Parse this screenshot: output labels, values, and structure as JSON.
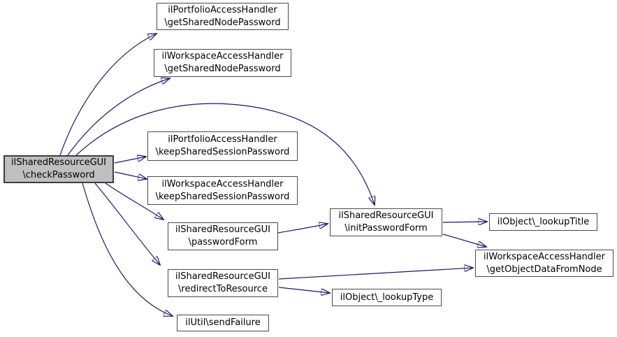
{
  "diagram": {
    "type": "call-graph",
    "edge_color": "#191970",
    "node_border_color": "#4a4a4a",
    "highlight_fill": "#bfbfbf",
    "node_fill": "#ffffff",
    "nodes": [
      {
        "id": "checkPassword",
        "lines": [
          "ilSharedResourceGUI",
          "\\checkPassword"
        ],
        "highlighted": true
      },
      {
        "id": "pf-getSharedNodePassword",
        "lines": [
          "ilPortfolioAccessHandler",
          "\\getSharedNodePassword"
        ],
        "highlighted": false
      },
      {
        "id": "ws-getSharedNodePassword",
        "lines": [
          "ilWorkspaceAccessHandler",
          "\\getSharedNodePassword"
        ],
        "highlighted": false
      },
      {
        "id": "pf-keepSharedSessionPassword",
        "lines": [
          "ilPortfolioAccessHandler",
          "\\keepSharedSessionPassword"
        ],
        "highlighted": false
      },
      {
        "id": "ws-keepSharedSessionPassword",
        "lines": [
          "ilWorkspaceAccessHandler",
          "\\keepSharedSessionPassword"
        ],
        "highlighted": false
      },
      {
        "id": "passwordForm",
        "lines": [
          "ilSharedResourceGUI",
          "\\passwordForm"
        ],
        "highlighted": false
      },
      {
        "id": "redirectToResource",
        "lines": [
          "ilSharedResourceGUI",
          "\\redirectToResource"
        ],
        "highlighted": false
      },
      {
        "id": "sendFailure",
        "lines": [
          "ilUtil\\sendFailure"
        ],
        "highlighted": false
      },
      {
        "id": "initPasswordForm",
        "lines": [
          "ilSharedResourceGUI",
          "\\initPasswordForm"
        ],
        "highlighted": false
      },
      {
        "id": "lookupTitle",
        "lines": [
          "ilObject\\_lookupTitle"
        ],
        "highlighted": false
      },
      {
        "id": "getObjectDataFromNode",
        "lines": [
          "ilWorkspaceAccessHandler",
          "\\getObjectDataFromNode"
        ],
        "highlighted": false
      },
      {
        "id": "lookupType",
        "lines": [
          "ilObject\\_lookupType"
        ],
        "highlighted": false
      }
    ],
    "edges": [
      {
        "from": "checkPassword",
        "to": "pf-getSharedNodePassword"
      },
      {
        "from": "checkPassword",
        "to": "ws-getSharedNodePassword"
      },
      {
        "from": "checkPassword",
        "to": "initPasswordForm"
      },
      {
        "from": "checkPassword",
        "to": "pf-keepSharedSessionPassword"
      },
      {
        "from": "checkPassword",
        "to": "ws-keepSharedSessionPassword"
      },
      {
        "from": "checkPassword",
        "to": "passwordForm"
      },
      {
        "from": "checkPassword",
        "to": "redirectToResource"
      },
      {
        "from": "checkPassword",
        "to": "sendFailure"
      },
      {
        "from": "passwordForm",
        "to": "initPasswordForm"
      },
      {
        "from": "initPasswordForm",
        "to": "lookupTitle"
      },
      {
        "from": "initPasswordForm",
        "to": "getObjectDataFromNode"
      },
      {
        "from": "redirectToResource",
        "to": "getObjectDataFromNode"
      },
      {
        "from": "redirectToResource",
        "to": "lookupType"
      }
    ]
  }
}
